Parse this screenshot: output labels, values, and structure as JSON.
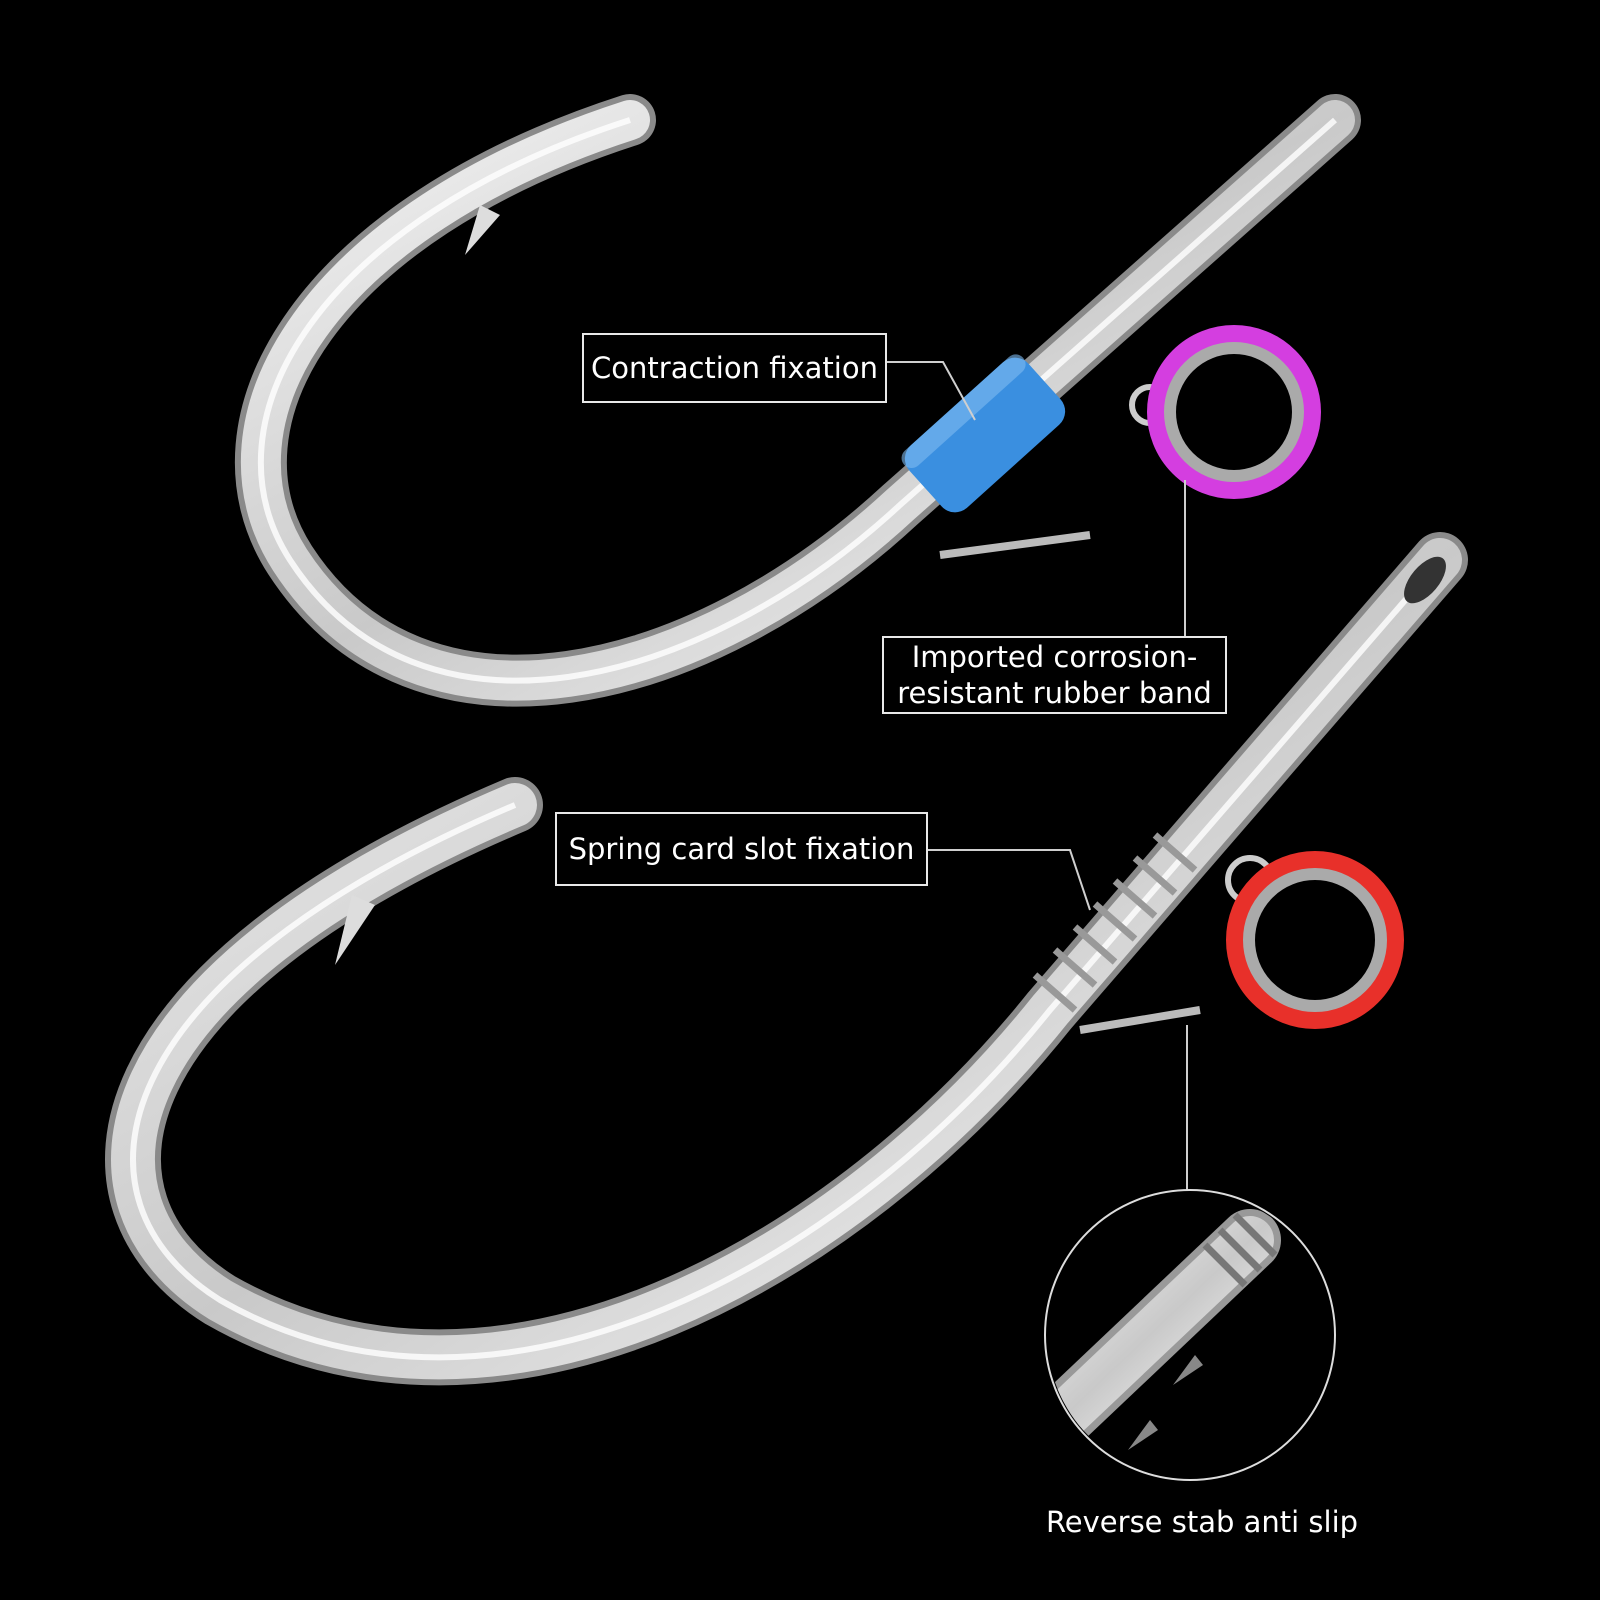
{
  "labels": {
    "contraction": "Contraction fixation",
    "rubber_band_line1": "Imported corrosion-",
    "rubber_band_line2": "resistant rubber band",
    "spring": "Spring card slot fixation",
    "reverse_stab": "Reverse stab anti slip"
  },
  "colors": {
    "background": "#000000",
    "sleeve": "#3a8fe0",
    "ring_top": "#d43ee0",
    "ring_bottom": "#e8302a"
  }
}
